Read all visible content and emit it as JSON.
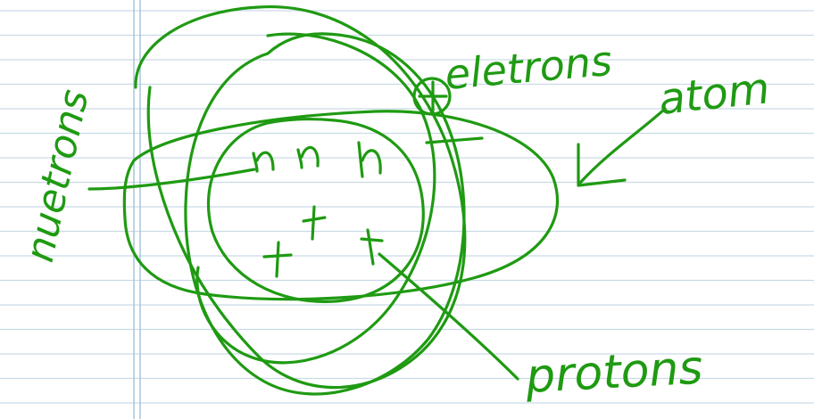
{
  "labels": {
    "electrons": "eletrons",
    "atom": "atom",
    "neutrons": "nuetrons",
    "protons": "protons"
  },
  "nucleus": {
    "neutron_symbols": [
      "n",
      "n",
      "n"
    ],
    "proton_symbols": [
      "+",
      "+",
      "+"
    ]
  },
  "colors": {
    "ink": "#1f9a12",
    "ruled_line": "#c9dbe6",
    "margin_line": "#a9c6db",
    "paper": "#ffffff"
  }
}
